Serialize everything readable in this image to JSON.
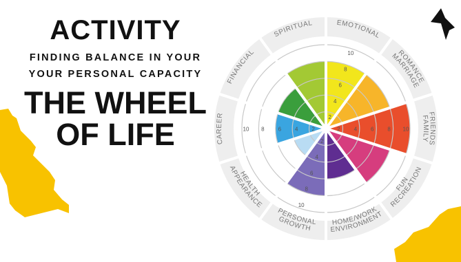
{
  "header": {
    "line1": "ACTIVITY",
    "line2": "FINDING BALANCE IN YOUR",
    "line3": "YOUR PERSONAL CAPACITY",
    "line4": "THE WHEEL",
    "line5": "OF LIFE"
  },
  "wheel": {
    "scale_max": 10,
    "ring_numbers": [
      "2",
      "4",
      "6",
      "8",
      "10"
    ],
    "segments": [
      {
        "label": [
          "EMOTIONAL"
        ],
        "value": 8,
        "color": "#f2e61c"
      },
      {
        "label": [
          "MARRIAGE",
          "ROMANCE"
        ],
        "value": 8,
        "color": "#f7b52a"
      },
      {
        "label": [
          "FAMILY",
          "FRIENDS"
        ],
        "value": 10,
        "color": "#e94e2c"
      },
      {
        "label": [
          "FUN",
          "RECREATION"
        ],
        "value": 8,
        "color": "#d63d7e"
      },
      {
        "label": [
          "HOME/WORK",
          "ENVIRONMENT"
        ],
        "value": 6,
        "color": "#5f2d91"
      },
      {
        "label": [
          "PERSONAL",
          "GROWTH"
        ],
        "value": 8,
        "color": "#7b6cb9"
      },
      {
        "label": [
          "HEALTH",
          "APPEARANCE"
        ],
        "value": 4,
        "color": "#b9dcf3"
      },
      {
        "label": [
          "CAREER"
        ],
        "value": 6,
        "color": "#3aa5e0"
      },
      {
        "label": [
          "FINANCIAL"
        ],
        "value": 6,
        "color": "#3a9e3c"
      },
      {
        "label": [
          "SPIRITUAL"
        ],
        "value": 8,
        "color": "#a3c934"
      }
    ]
  }
}
